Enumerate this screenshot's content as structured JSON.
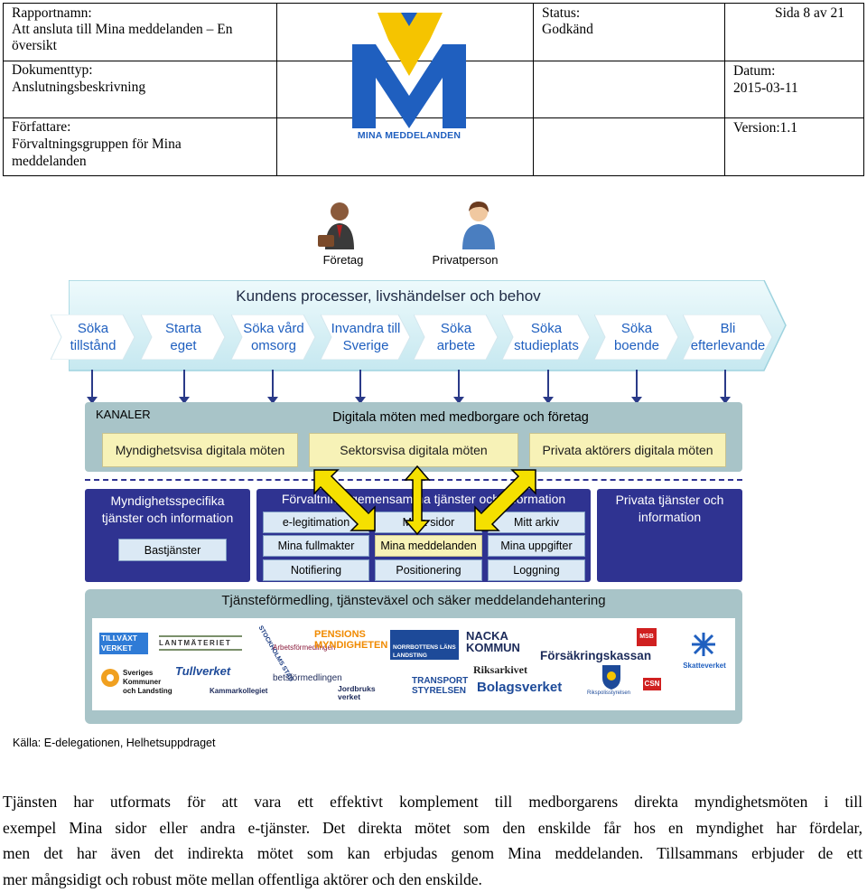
{
  "header": {
    "rapportnamn_label": "Rapportnamn:",
    "rapportnamn_line1": "Att ansluta till Mina meddelanden – En",
    "rapportnamn_line2": "översikt",
    "dokumenttyp_label": "Dokumenttyp:",
    "dokumenttyp_value": "Anslutningsbeskrivning",
    "forfattare_label": "Författare:",
    "forfattare_line1": "Förvaltningsgruppen för Mina",
    "forfattare_line2": "meddelanden",
    "status_label": "Status:",
    "status_value": "Godkänd",
    "page": "Sida 8 av 21",
    "datum_label": "Datum:",
    "datum_value": "2015-03-11",
    "version": "Version:1.1",
    "logo_text": "MINA MEDDELANDEN"
  },
  "figure": {
    "actor_company": "Företag",
    "actor_private": "Privatperson",
    "process_title": "Kundens processer, livshändelser och behov",
    "steps": [
      {
        "l1": "Söka",
        "l2": "tillstånd"
      },
      {
        "l1": "Starta",
        "l2": "eget"
      },
      {
        "l1": "Söka vård",
        "l2": "omsorg"
      },
      {
        "l1": "Invandra till",
        "l2": "Sverige"
      },
      {
        "l1": "Söka",
        "l2": "arbete"
      },
      {
        "l1": "Söka",
        "l2": "studieplats"
      },
      {
        "l1": "Söka",
        "l2": "boende"
      },
      {
        "l1": "Bli",
        "l2": "efterlevande"
      }
    ],
    "kanaler": "KANALER",
    "channels_title": "Digitala möten med medborgare och företag",
    "channel_boxes": [
      "Myndighetsvisa digitala möten",
      "Sektorsvisa digitala möten",
      "Privata aktörers digitala möten"
    ],
    "left_box": {
      "l1": "Myndighetsspecifika",
      "l2": "tjänster och information",
      "sub": "Bastjänster"
    },
    "mid_title": "Förvaltningsgemensamma tjänster och information",
    "mid_boxes": [
      "e-legitimation",
      "Mina sidor",
      "Mitt arkiv",
      "Mina fullmakter",
      "Mina meddelanden",
      "Mina uppgifter",
      "Notifiering",
      "Positionering",
      "Loggning"
    ],
    "right_box": {
      "l1": "Privata tjänster och",
      "l2": "information"
    },
    "service_title": "Tjänsteförmedling, tjänsteväxel och säker meddelandehantering",
    "logos": [
      "TILLVÄXT VERKET",
      "LANTMÄTERIET",
      "STOCKHOLMS STAD",
      "Arbetsförmedlingen",
      "PENSIONS MYNDIGHETEN",
      "NORRBOTTENS LÄNS LANDSTING",
      "NACKA KOMMUN",
      "MSB",
      "Försäkringskassan",
      "Skatteverket",
      "Sveriges Kommuner och Landsting",
      "Tullverket",
      "Kammarkollegiet",
      "betsförmedlingen",
      "Jordbruks verket",
      "TRANSPORT STYRELSEN",
      "Riksarkivet",
      "Bolagsverket",
      "Rikspolisstyrelsen",
      "CSN"
    ],
    "source": "Källa: E-delegationen, Helhetsuppdraget"
  },
  "body_text": {
    "lines": [
      "Tjänsten har utformats för att vara ett effektivt komplement till medborgarens direkta myndighetsmöten i till",
      "exempel Mina sidor eller andra e-tjänster. Det direkta mötet som den enskilde får hos en myndighet har fördelar,",
      "men det har även det indirekta mötet som kan erbjudas genom Mina meddelanden. Tillsammans erbjuder de ett",
      "mer mångsidigt och robust möte mellan offentliga aktörer och den enskilde."
    ]
  },
  "colors": {
    "process_band": "#dff3f7",
    "navy": "#2f3391",
    "channel_yellow": "#f7f2b7",
    "logo_blue": "#1f5fbf",
    "logo_yellow": "#f5c400"
  }
}
